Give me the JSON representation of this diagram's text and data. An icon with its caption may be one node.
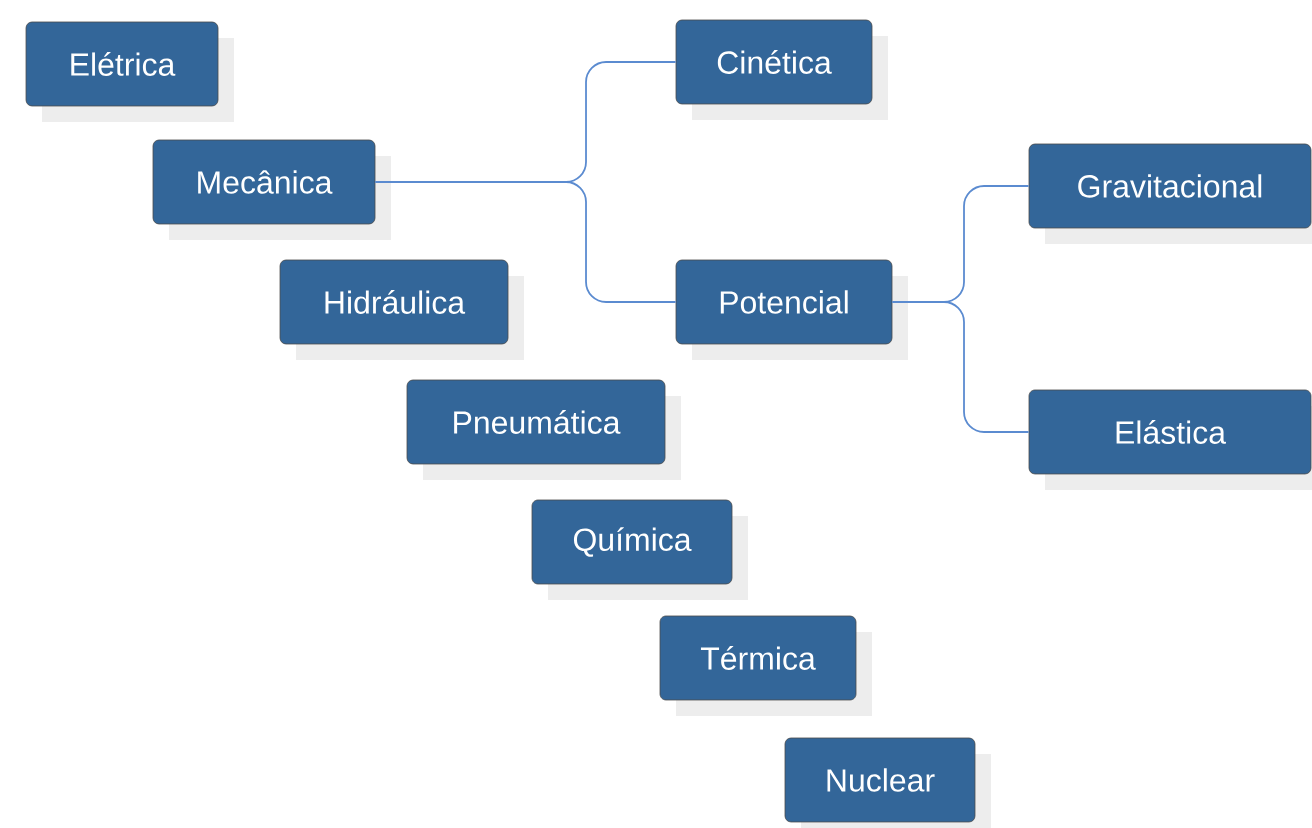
{
  "diagram": {
    "nodes": [
      {
        "text": [
          "Elétrica"
        ]
      },
      {
        "text": [
          "Mecânica"
        ]
      },
      {
        "text": [
          "Hidráulica"
        ]
      },
      {
        "text": [
          "Pneumática"
        ]
      },
      {
        "text": [
          "Química"
        ]
      },
      {
        "text": [
          "Térmica"
        ]
      },
      {
        "text": [
          "Nuclear"
        ]
      },
      {
        "text": [
          "Cinética"
        ]
      },
      {
        "text": [
          "Potencial"
        ]
      },
      {
        "text": [
          "Gravitacional"
        ]
      },
      {
        "text": [
          "Elástica"
        ]
      }
    ],
    "edges": [
      {
        "from": 1,
        "to": 7,
        "arrow": "none"
      },
      {
        "from": 1,
        "to": 8,
        "arrow": "none"
      },
      {
        "from": 8,
        "to": 9,
        "arrow": "none"
      },
      {
        "from": 8,
        "to": 10,
        "arrow": "none"
      }
    ]
  }
}
